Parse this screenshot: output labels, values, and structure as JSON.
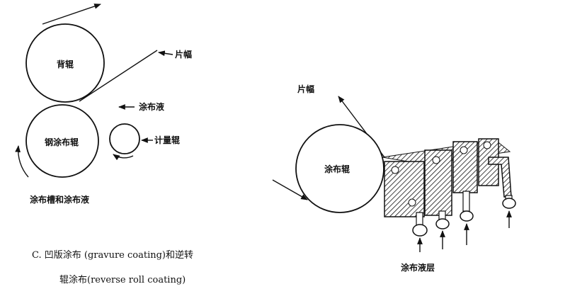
{
  "left_diagram": {
    "backing_roll": "背辊",
    "web": "片幅",
    "coating_liquid": "涂布液",
    "steel_coating_roll": "钢涂布辊",
    "metering_roll": "计量辊",
    "tank": "涂布槽和涂布液"
  },
  "caption": {
    "line1": "C. 凹版涂布 (gravure coating)和逆转",
    "line2": "辊涂布(reverse roll coating)"
  },
  "right_diagram": {
    "web": "片幅",
    "coating_roll": "涂布辊",
    "coating_layers": "涂布液层"
  }
}
